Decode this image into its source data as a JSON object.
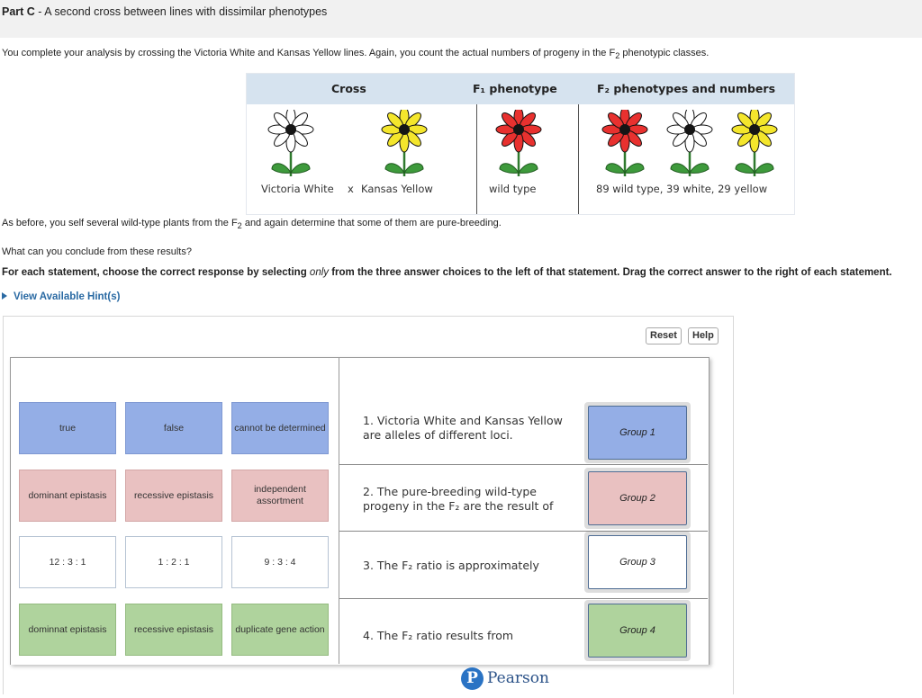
{
  "part": {
    "label": "Part C",
    "sep": " - ",
    "title": "A second cross between lines with dissimilar phenotypes"
  },
  "intro": {
    "a": "You complete your analysis by crossing the Victoria White and Kansas Yellow lines. Again, you count the actual numbers of progeny in the F",
    "sub": "2",
    "b": " phenotypic classes."
  },
  "table": {
    "headers": [
      "Cross",
      "F₁ phenotype",
      "F₂ phenotypes and numbers"
    ],
    "cross_p1": "Victoria White",
    "cross_x": "x",
    "cross_p2": "Kansas Yellow",
    "f1": "wild type",
    "f2": "89 wild type, 39 white, 29 yellow"
  },
  "after": {
    "a": "As before, you self several wild-type plants from the F",
    "sub": "2",
    "b": " and again determine that some of them are pure-breeding."
  },
  "question": "What can you conclude from these results?",
  "instruction": {
    "a": "For each statement, choose the correct response by selecting ",
    "em": "only",
    "b": " from the three answer choices to the left of that statement. Drag the correct answer to the right of each statement."
  },
  "hint_label": "View Available Hint(s)",
  "buttons": {
    "reset": "Reset",
    "help": "Help"
  },
  "tiles": [
    [
      "true",
      "false",
      "cannot be determined"
    ],
    [
      "dominant epistasis",
      "recessive epistasis",
      "independent assortment"
    ],
    [
      "12 : 3 : 1",
      "1 : 2 : 1",
      "9 : 3 : 4"
    ],
    [
      "dominnat epistasis",
      "recessive epistasis",
      "duplicate gene action"
    ]
  ],
  "statements": [
    {
      "l1": "1. Victoria White and Kansas Yellow",
      "l2": "are alleles of different loci."
    },
    {
      "l1": "2. The pure-breeding wild-type",
      "l2": "progeny in the F₂ are the result of"
    },
    {
      "l1": "3. The F₂ ratio is approximately",
      "l2": ""
    },
    {
      "l1": "4. The F₂ ratio results from",
      "l2": ""
    }
  ],
  "groups": [
    "Group 1",
    "Group 2",
    "Group 3",
    "Group 4"
  ],
  "brand": "Pearson",
  "brand_letter": "P",
  "colors": {
    "wild": "#e8312f",
    "white": "#ffffff",
    "yellow": "#f4e62c",
    "center": "#151515",
    "leaf": "#3e9a3c",
    "blue": "#94aee6",
    "pink": "#e9c1c1",
    "green": "#afd39d"
  }
}
